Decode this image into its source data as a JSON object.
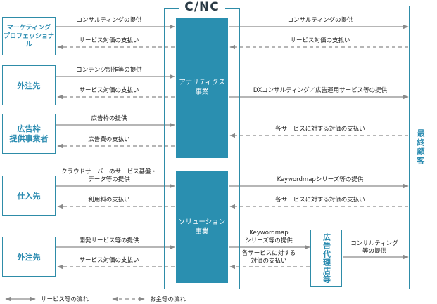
{
  "company": {
    "logo": "C/NC"
  },
  "left_boxes": {
    "marketing": "マーケティング\nプロフェッショナル",
    "outsourcer1": "外注先",
    "ad_provider": "広告枠\n提供事業者",
    "supplier": "仕入先",
    "outsourcer2": "外注先"
  },
  "segments": {
    "analytics": "アナリティクス\n事業",
    "solution": "ソリューション\n事業"
  },
  "right_box": "最終顧客",
  "agency_box": "広告代理店等",
  "flows": {
    "l1_top": "コンサルティングの提供",
    "l1_bot": "サービス対価の支払い",
    "l2_top": "コンテンツ制作等の提供",
    "l2_bot": "サービス対価の支払い",
    "l3_top": "広告枠の提供",
    "l3_bot": "広告費の支払い",
    "l4_top": "クラウドサーバーのサービス基盤・\nデータ等の提供",
    "l4_bot": "利用料の支払い",
    "l5_top": "開発サービス等の提供",
    "l5_bot": "サービス対価の支払い",
    "r1_top": "コンサルティングの提供",
    "r1_bot": "サービス対価の支払い",
    "r2": "DXコンサルティング／広告運用サービス等の提供",
    "r3": "各サービスに対する対価の支払い",
    "r4_top": "Keywordmapシリーズ等の提供",
    "r4_bot": "各サービスに対する対価の支払い",
    "r5_top": "Keywordmap\nシリーズ等の提供",
    "r5_bot": "各サービスに対する\n対価の支払い",
    "r6": "コンサルティング\n等の提供"
  },
  "legend": {
    "service": "サービス等の流れ",
    "money": "お金等の流れ"
  },
  "colors": {
    "border": "#2e8ca8",
    "segment": "#2a8fb0",
    "text_blue": "#2a8bb0",
    "arrow": "#8a8a8a"
  }
}
